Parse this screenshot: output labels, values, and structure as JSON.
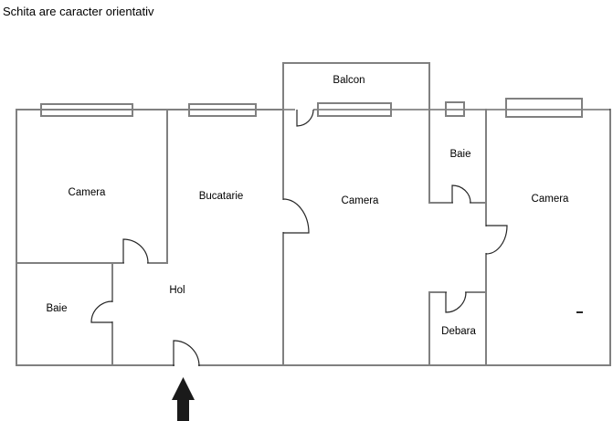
{
  "title": "Schita are caracter orientativ",
  "rooms": {
    "camera_left": "Camera",
    "bucatarie": "Bucatarie",
    "camera_middle": "Camera",
    "camera_right": "Camera",
    "baie_left": "Baie",
    "baie_right": "Baie",
    "hol": "Hol",
    "balcon": "Balcon",
    "debara": "Debara"
  },
  "icons": {
    "entrance_arrow": "up-arrow"
  },
  "colors": {
    "wall": "#808080",
    "line": "#262626",
    "arrow": "#1a1a1a",
    "background": "#ffffff",
    "text": "#000000"
  }
}
